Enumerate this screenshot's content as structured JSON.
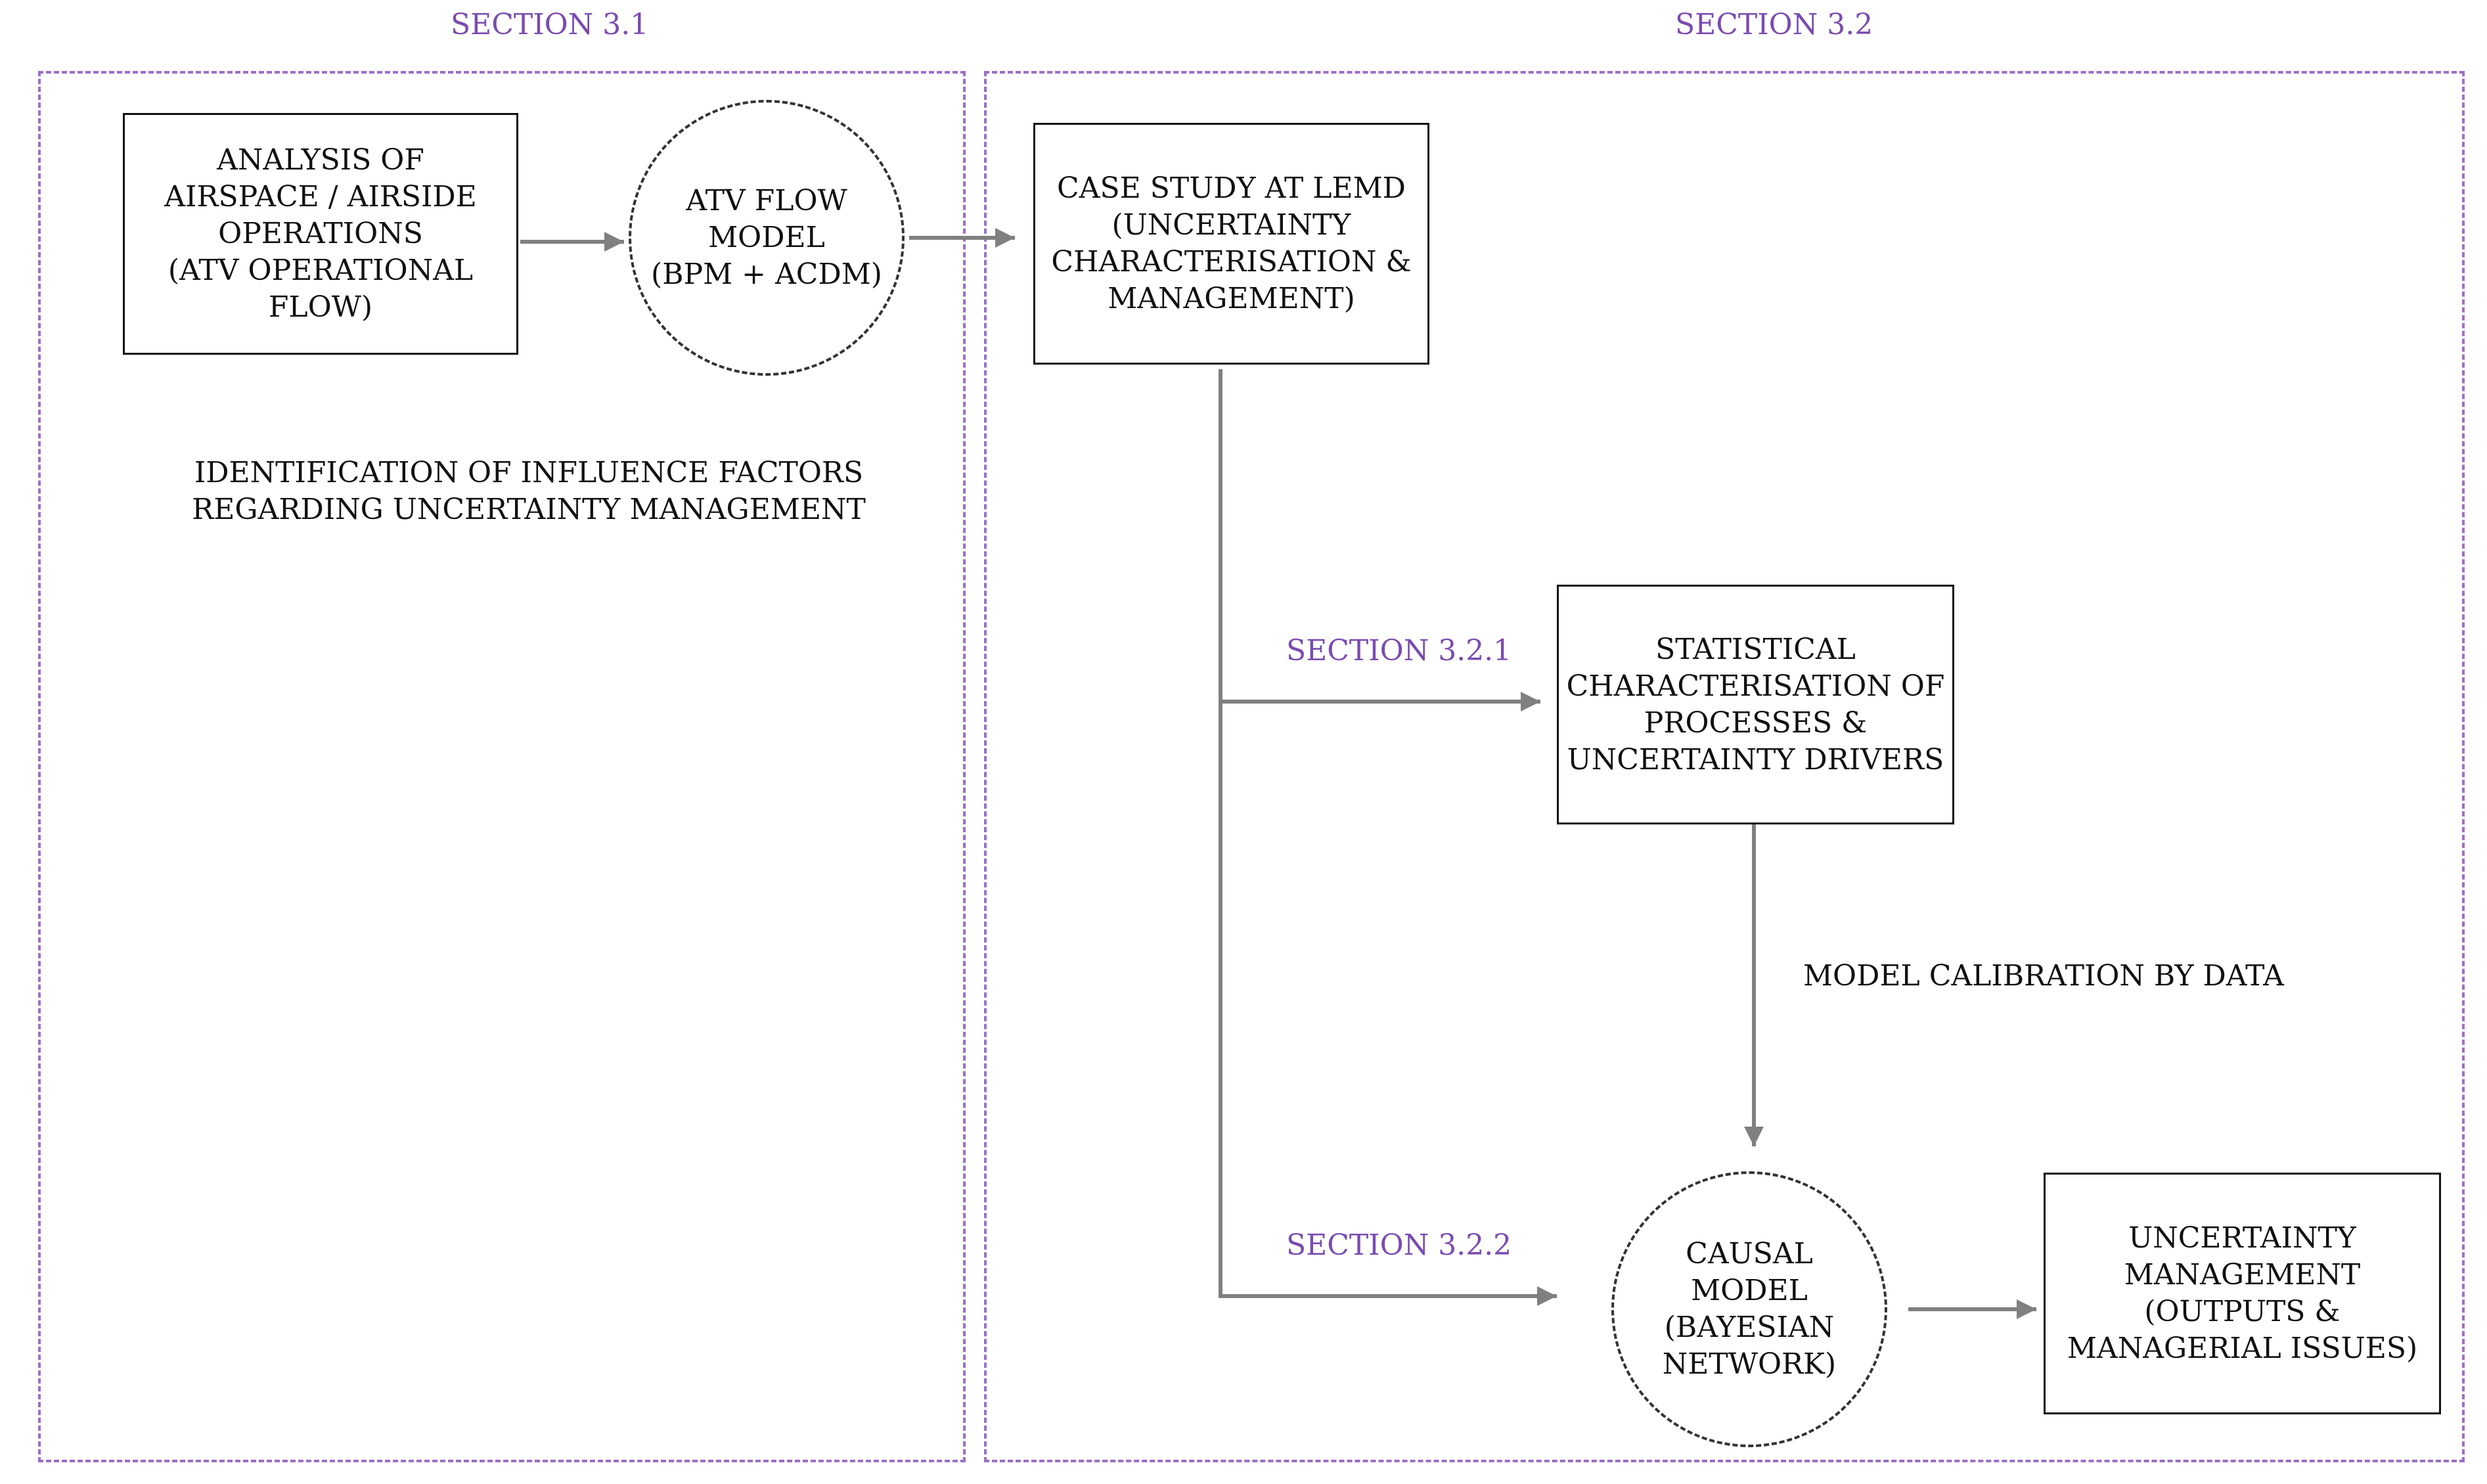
{
  "sections": {
    "s31": "SECTION 3.1",
    "s32": "SECTION 3.2",
    "s321": "SECTION 3.2.1",
    "s322": "SECTION 3.2.2"
  },
  "nodes": {
    "analysis": "ANALYSIS OF\nAIRSPACE / AIRSIDE\nOPERATIONS\n(ATV OPERATIONAL\nFLOW)",
    "atv_flow_model": "ATV FLOW\nMODEL\n(BPM + ACDM)",
    "case_study": "CASE STUDY AT LEMD\n(UNCERTAINTY\nCHARACTERISATION &\nMANAGEMENT)",
    "statistical": "STATISTICAL\nCHARACTERISATION OF\nPROCESSES &\nUNCERTAINTY DRIVERS",
    "causal_model": "CAUSAL\nMODEL\n(BAYESIAN\nNETWORK)",
    "uncertainty_management": "UNCERTAINTY\nMANAGEMENT\n(OUTPUTS &\nMANAGERIAL ISSUES)"
  },
  "notes": {
    "influence_factors": "IDENTIFICATION OF INFLUENCE FACTORS\nREGARDING UNCERTAINTY MANAGEMENT",
    "calibration": "MODEL CALIBRATION BY DATA"
  },
  "colors": {
    "section_purple": "#7a4bb0",
    "frame_purple": "#9b6fc6",
    "arrow_gray": "#808080"
  }
}
